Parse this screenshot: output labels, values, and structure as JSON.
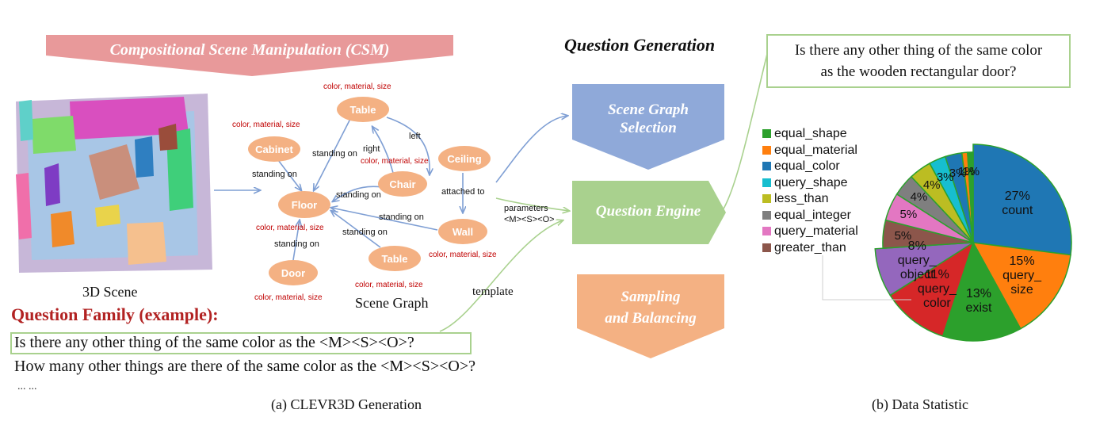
{
  "banner_title": "Compositional Scene Manipulation (CSM)",
  "scene_label": "3D Scene",
  "scene_graph_label": "Scene Graph",
  "question_generation_title": "Question Generation",
  "pipeline": [
    {
      "line1": "Scene Graph",
      "line2": "Selection",
      "color": "#8FA9D9"
    },
    {
      "line1": "Question Engine",
      "line2": "",
      "color": "#A9D18E"
    },
    {
      "line1": "Sampling",
      "line2": "and Balancing",
      "color": "#F4B183"
    }
  ],
  "graph_nodes": [
    {
      "id": "table1",
      "label": "Table"
    },
    {
      "id": "cabinet",
      "label": "Cabinet"
    },
    {
      "id": "ceiling",
      "label": "Ceiling"
    },
    {
      "id": "chair",
      "label": "Chair"
    },
    {
      "id": "floor",
      "label": "Floor"
    },
    {
      "id": "wall",
      "label": "Wall"
    },
    {
      "id": "table2",
      "label": "Table"
    },
    {
      "id": "door",
      "label": "Door"
    }
  ],
  "attribute_label": "color, material, size",
  "edge_labels": {
    "left": "left",
    "right": "right",
    "standing_on": "standing on",
    "attached_to": "attached to"
  },
  "parameters_label": [
    "parameters",
    "<M><S><O>"
  ],
  "template_label": "template",
  "question_family_title": "Question Family (example):",
  "question_family": [
    "Is there any other thing of the same color as the <M><S><O>?",
    "How many other things are there of the same color as the <M><S><O>?",
    "... ..."
  ],
  "example_question": [
    "Is there any other thing of the same color",
    "as the wooden rectangular door?"
  ],
  "caption_a": "(a) CLEVR3D Generation",
  "caption_b": "(b) Data Statistic",
  "chart_data": {
    "type": "pie",
    "title": "",
    "legend": [
      {
        "name": "equal_shape",
        "color": "#2CA02C"
      },
      {
        "name": "equal_material",
        "color": "#FF7F0E"
      },
      {
        "name": "equal_color",
        "color": "#1F77B4"
      },
      {
        "name": "query_shape",
        "color": "#17BECF"
      },
      {
        "name": "less_than",
        "color": "#BCBD22"
      },
      {
        "name": "equal_integer",
        "color": "#7F7F7F"
      },
      {
        "name": "query_material",
        "color": "#E377C2"
      },
      {
        "name": "greater_than",
        "color": "#8C564B"
      }
    ],
    "slices": [
      {
        "label": "count",
        "value": 27,
        "display": "27%",
        "color": "#1F77B4"
      },
      {
        "label": "query_\nsize",
        "value": 15,
        "display": "15%",
        "color": "#FF7F0E"
      },
      {
        "label": "exist",
        "value": 13,
        "display": "13%",
        "color": "#2CA02C"
      },
      {
        "label": "query_\ncolor",
        "value": 11,
        "display": "11%",
        "color": "#D62728"
      },
      {
        "label": "query_\nobject",
        "value": 8,
        "display": "8%",
        "color": "#9467BD"
      },
      {
        "label": "",
        "value": 5,
        "display": "5%",
        "color": "#8C564B"
      },
      {
        "label": "",
        "value": 5,
        "display": "5%",
        "color": "#E377C2"
      },
      {
        "label": "",
        "value": 4,
        "display": "4%",
        "color": "#7F7F7F"
      },
      {
        "label": "",
        "value": 4,
        "display": "4%",
        "color": "#BCBD22"
      },
      {
        "label": "",
        "value": 3,
        "display": "3%",
        "color": "#17BECF"
      },
      {
        "label": "",
        "value": 3,
        "display": "3%",
        "color": "#1F77B4"
      },
      {
        "label": "",
        "value": 1,
        "display": "1%",
        "color": "#FF7F0E"
      },
      {
        "label": "",
        "value": 1,
        "display": "1%",
        "color": "#2CA02C"
      }
    ]
  }
}
